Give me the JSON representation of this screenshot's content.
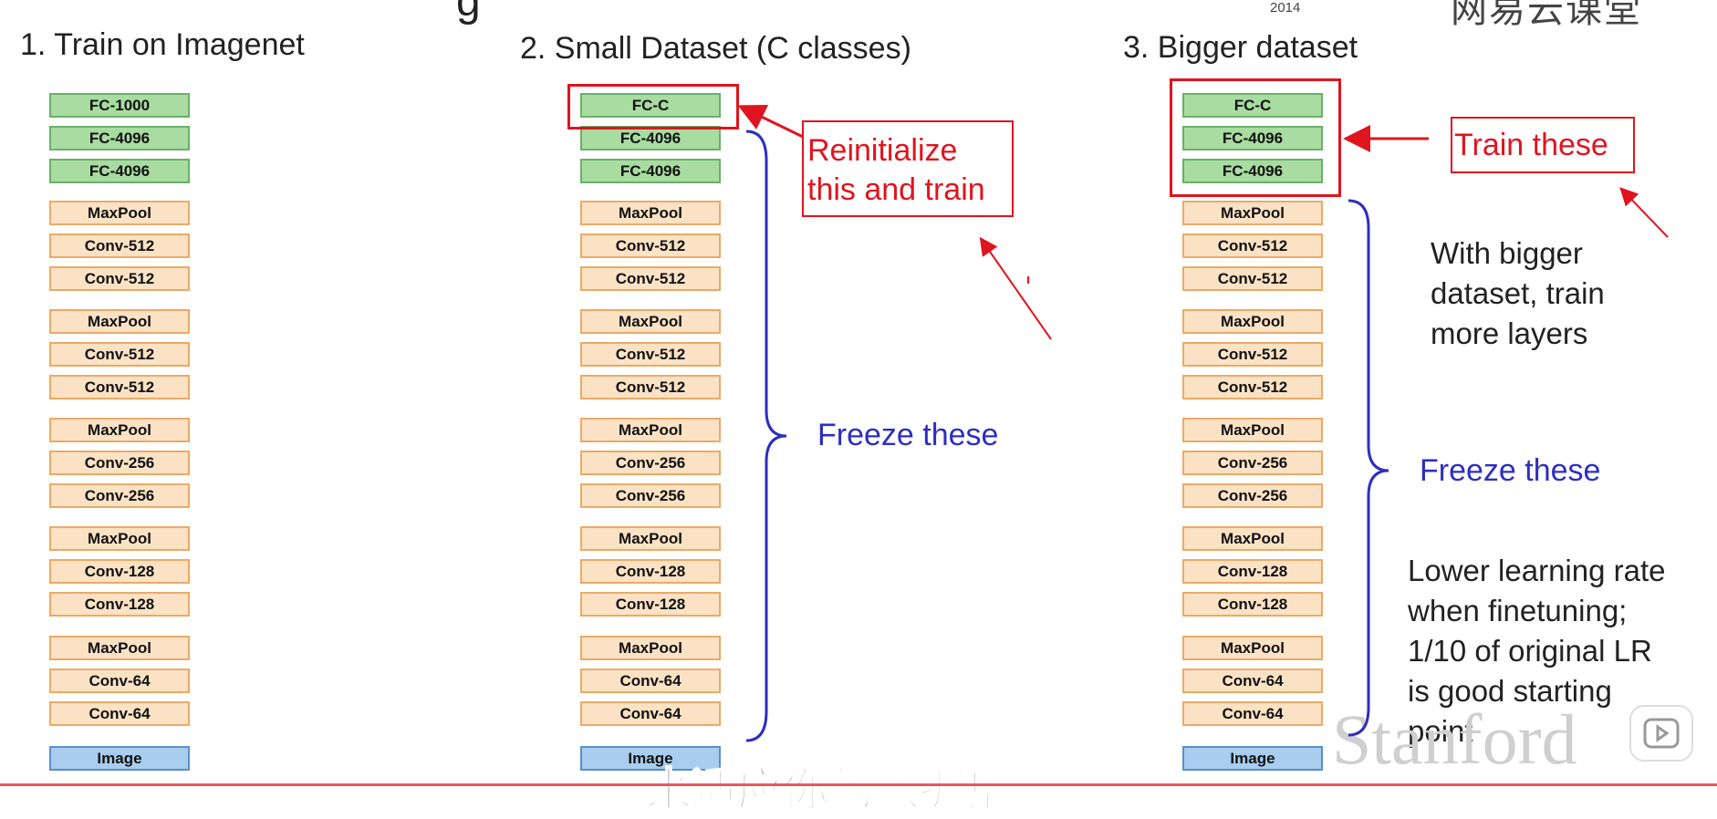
{
  "header": {
    "title_fragment": "g",
    "year": "2014",
    "logo_fragment": "网易云课堂"
  },
  "columns": [
    {
      "heading": "1. Train on Imagenet",
      "layers": [
        "FC-1000",
        "FC-4096",
        "FC-4096",
        "MaxPool",
        "Conv-512",
        "Conv-512",
        "MaxPool",
        "Conv-512",
        "Conv-512",
        "MaxPool",
        "Conv-256",
        "Conv-256",
        "MaxPool",
        "Conv-128",
        "Conv-128",
        "MaxPool",
        "Conv-64",
        "Conv-64",
        "Image"
      ]
    },
    {
      "heading": "2. Small Dataset (C classes)",
      "layers": [
        "FC-C",
        "FC-4096",
        "FC-4096",
        "MaxPool",
        "Conv-512",
        "Conv-512",
        "MaxPool",
        "Conv-512",
        "Conv-512",
        "MaxPool",
        "Conv-256",
        "Conv-256",
        "MaxPool",
        "Conv-128",
        "Conv-128",
        "MaxPool",
        "Conv-64",
        "Conv-64",
        "Image"
      ]
    },
    {
      "heading": "3. Bigger dataset",
      "layers": [
        "FC-C",
        "FC-4096",
        "FC-4096",
        "MaxPool",
        "Conv-512",
        "Conv-512",
        "MaxPool",
        "Conv-512",
        "Conv-512",
        "MaxPool",
        "Conv-256",
        "Conv-256",
        "MaxPool",
        "Conv-128",
        "Conv-128",
        "MaxPool",
        "Conv-64",
        "Conv-64",
        "Image"
      ]
    }
  ],
  "annotations": {
    "reinit_line1": "Reinitialize",
    "reinit_line2": "this and train",
    "freeze_2": "Freeze these",
    "train_these": "Train these",
    "bigger_line1": "With bigger",
    "bigger_line2": "dataset, train",
    "bigger_line3": "more layers",
    "freeze_3": "Freeze these",
    "lr_line1": "Lower learning rate",
    "lr_line2": "when finetuning;",
    "lr_line3": "1/10 of original LR",
    "lr_line4": "is good starting",
    "lr_line5": "point"
  },
  "subtitle": "来适应你的数据集",
  "watermark": "Stanford",
  "colors": {
    "fc": "#a8dca0",
    "conv": "#fbe2c4",
    "image": "#a8cdee",
    "red": "#e0141e",
    "blue": "#2c2ec0"
  }
}
